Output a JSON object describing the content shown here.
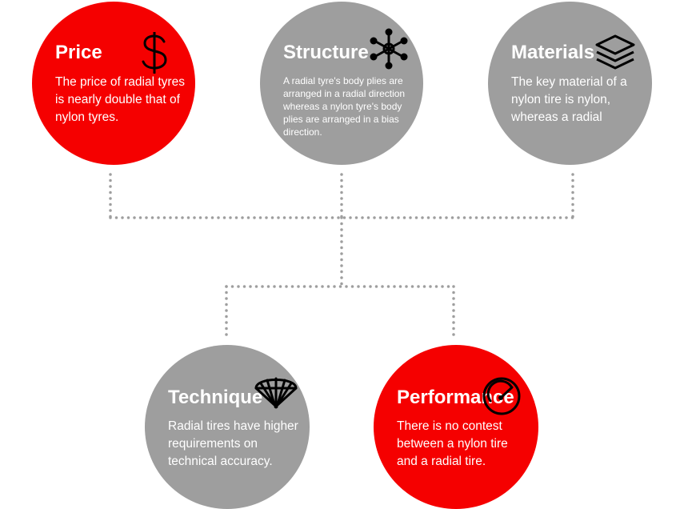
{
  "colors": {
    "red": "#f50000",
    "gray": "#9e9e9e",
    "dots": "#9e9e9e"
  },
  "nodes": [
    {
      "title": "Price",
      "icon": "dollar-icon",
      "color": "red",
      "text": "The price of radial tyres is nearly double that of nylon tyres."
    },
    {
      "title": "Structure",
      "icon": "network-icon",
      "color": "gray",
      "text": "A radial tyre's body plies are arranged in a radial direction whereas a nylon tyre's body plies are arranged in a bias direction."
    },
    {
      "title": "Materials",
      "icon": "layers-icon",
      "color": "gray",
      "text": "The key material of a nylon tire is nylon, whereas a radial"
    },
    {
      "title": "Technique",
      "icon": "fan-icon",
      "color": "gray",
      "text": "Radial tires have higher requirements on technical accuracy."
    },
    {
      "title": "Performance",
      "icon": "gauge-icon",
      "color": "red",
      "text": "There is no contest between a nylon tire and a radial tire."
    }
  ]
}
